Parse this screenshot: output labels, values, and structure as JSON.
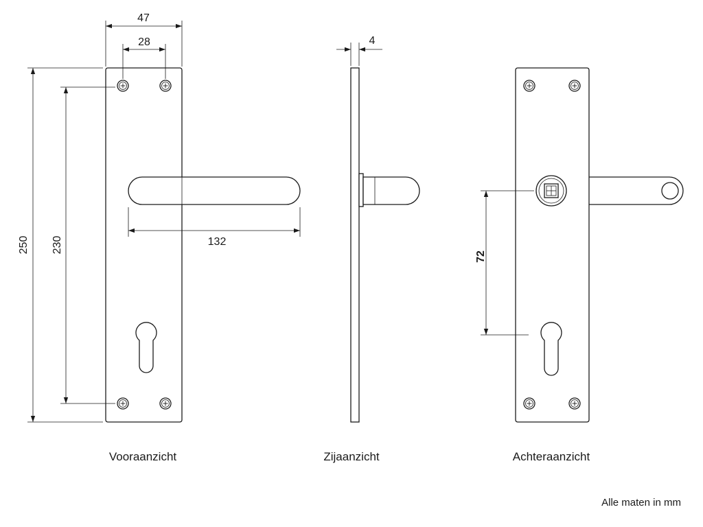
{
  "front_view": {
    "caption": "Vooraanzicht",
    "dimensions": {
      "plate_width": "47",
      "screw_spacing": "28",
      "plate_height": "250",
      "screw_vertical_spacing": "230",
      "handle_length": "132"
    }
  },
  "side_view": {
    "caption": "Zijaanzicht",
    "dimensions": {
      "plate_thickness": "4"
    }
  },
  "back_view": {
    "caption": "Achteraanzicht",
    "dimensions": {
      "spindle_to_cylinder": "72"
    }
  },
  "footer": {
    "units_note": "Alle maten in mm"
  },
  "colors": {
    "line": "#1a1a1a",
    "background": "#ffffff"
  }
}
